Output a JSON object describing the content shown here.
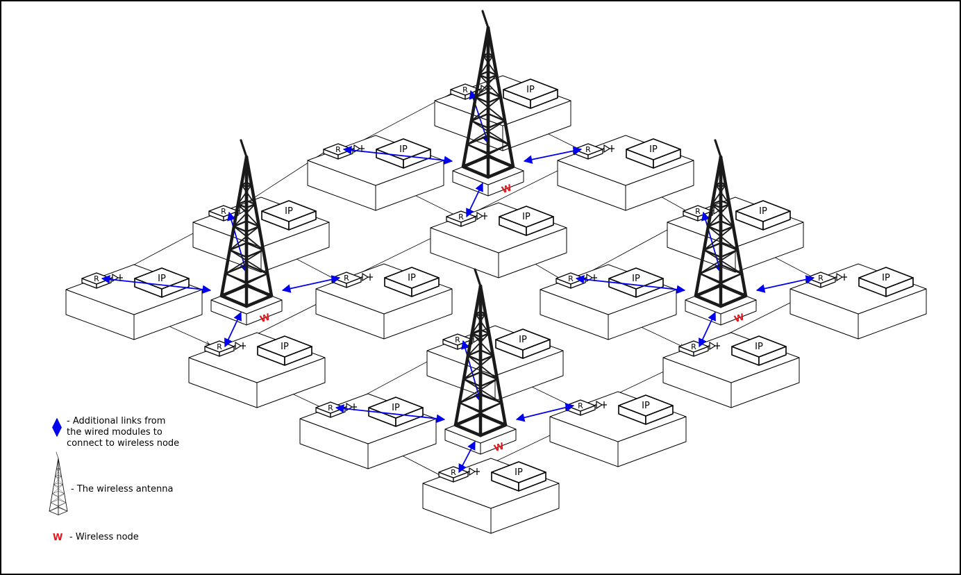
{
  "colors": {
    "line": "#000000",
    "wireless_link": "#0000ee",
    "wireless_node": "#e8141c",
    "tower": "#1a1a1a"
  },
  "labels": {
    "ip": "IP",
    "router": "R",
    "wireless": "W"
  },
  "legend": {
    "link_text": [
      "- Additional links from",
      "the wired modules to",
      "connect to wireless node"
    ],
    "antenna_text": "- The wireless antenna",
    "node_text": "- Wireless node"
  }
}
